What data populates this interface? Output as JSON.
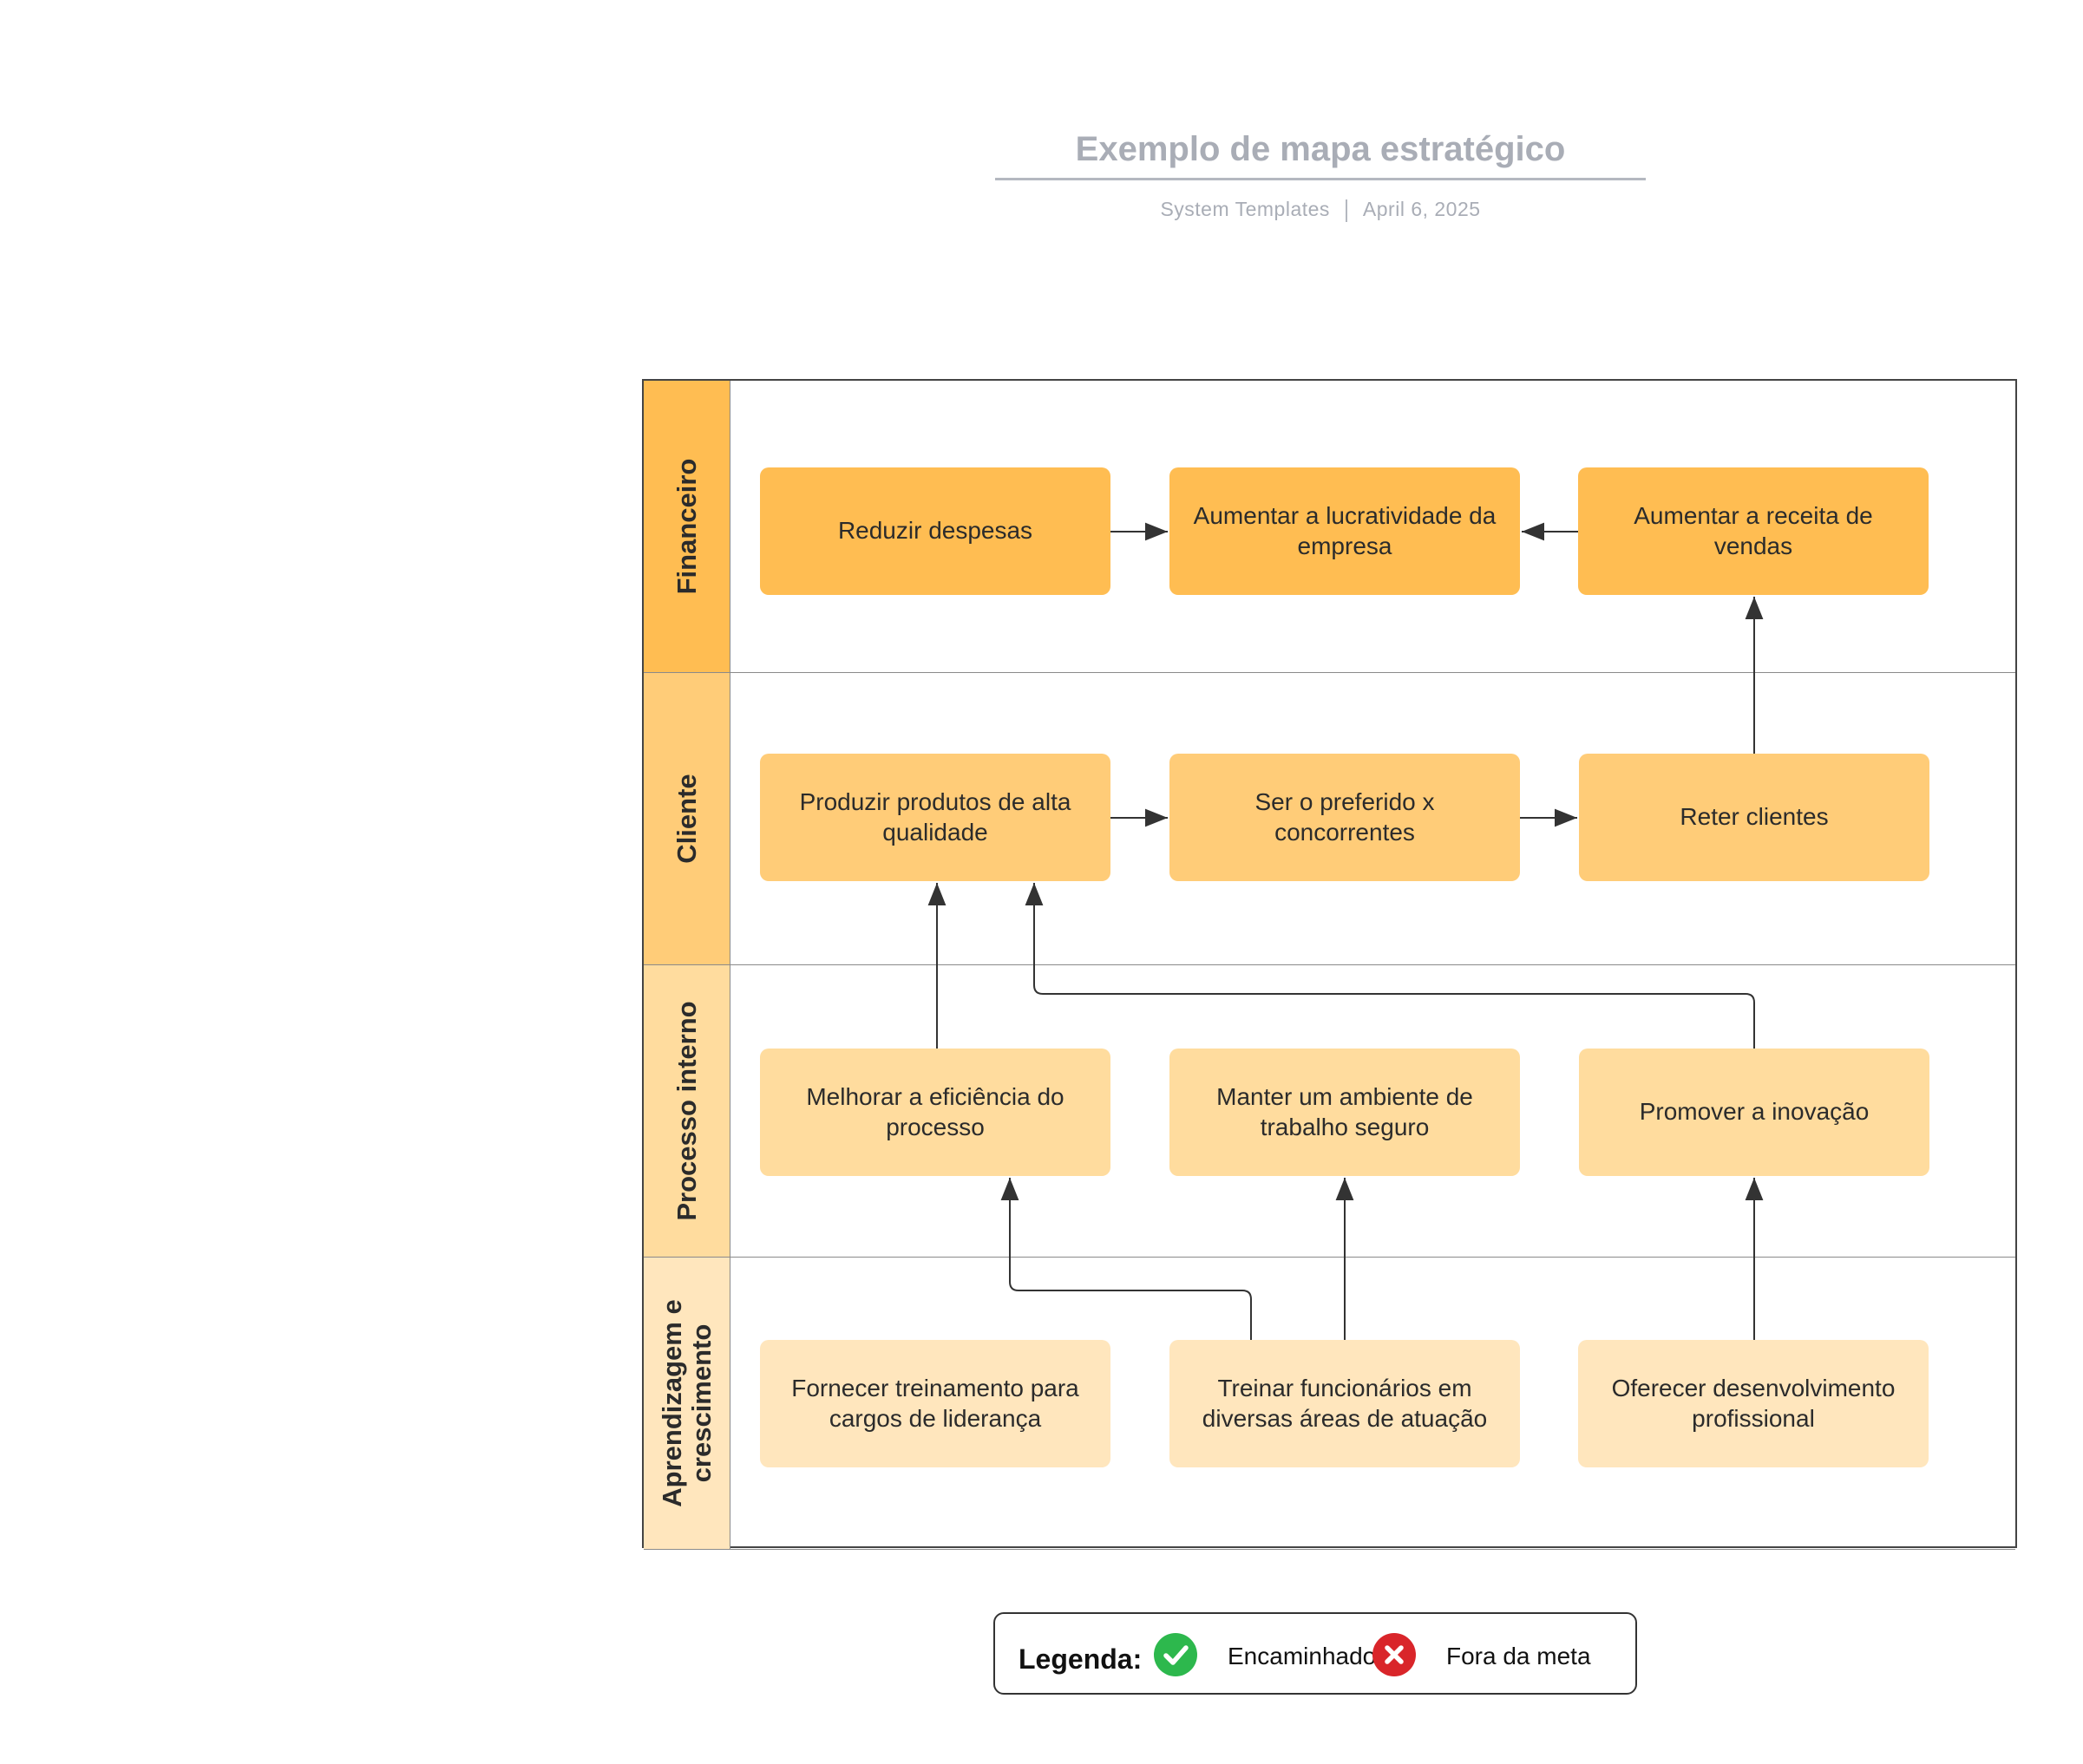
{
  "header": {
    "title": "Exemplo de mapa estratégico",
    "source": "System Templates",
    "date": "April 6, 2025"
  },
  "lanes": [
    {
      "label": "Financeiro",
      "color": "#ffbd52"
    },
    {
      "label": "Cliente",
      "color": "#ffcc78"
    },
    {
      "label": "Processo interno",
      "color": "#ffdc9e"
    },
    {
      "label": "Aprendizagem e crescimento",
      "color": "#ffe6bd"
    }
  ],
  "boxes": {
    "financeiro": [
      "Reduzir despesas",
      "Aumentar a lucratividade da empresa",
      "Aumentar a receita de vendas"
    ],
    "cliente": [
      "Produzir produtos de alta qualidade",
      "Ser o preferido x concorrentes",
      "Reter clientes"
    ],
    "processo": [
      "Melhorar a eficiência do processo",
      "Manter um ambiente de trabalho seguro",
      "Promover a inovação"
    ],
    "aprendizagem": [
      "Fornecer treinamento para cargos de liderança",
      "Treinar funcionários em diversas áreas de atuação",
      "Oferecer desenvolvimento profissional"
    ]
  },
  "legend": {
    "label": "Legenda:",
    "on_track": "Encaminhado",
    "off_track": "Fora da meta",
    "on_track_color": "#2db84d",
    "off_track_color": "#d9252a"
  }
}
